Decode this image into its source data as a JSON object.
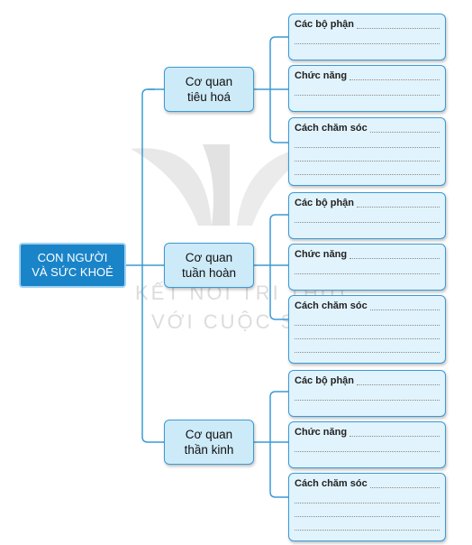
{
  "root": {
    "line1": "CON NGƯỜI",
    "line2": "VÀ SỨC KHOẺ"
  },
  "organs": [
    {
      "line1": "Cơ quan",
      "line2": "tiêu hoá"
    },
    {
      "line1": "Cơ quan",
      "line2": "tuần hoàn"
    },
    {
      "line1": "Cơ quan",
      "line2": "thần kinh"
    }
  ],
  "details": {
    "parts": "Các bộ phận",
    "function": "Chức năng",
    "care": "Cách chăm sóc"
  },
  "watermark": {
    "line1": "KẾT NỐI TRI THỨC",
    "line2": "VỚI CUỘC SỐNG"
  },
  "colors": {
    "root_fill": "#1a84c9",
    "organ_fill": "#cdeaf8",
    "detail_fill": "#e1f3fc",
    "border": "#3b9ad6"
  }
}
